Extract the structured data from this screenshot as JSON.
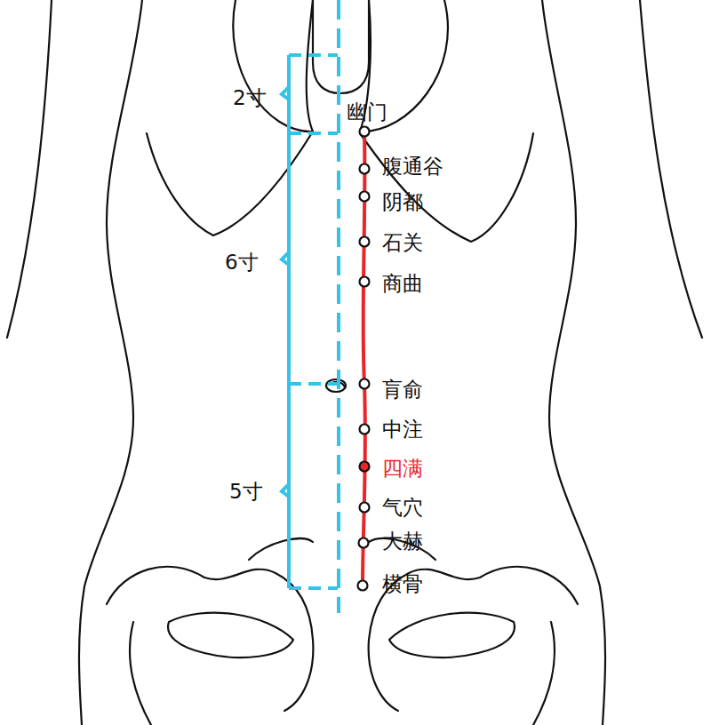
{
  "diagram": {
    "labels": [
      "2寸",
      "6寸",
      "5寸",
      "幽门",
      "腹通谷",
      "阴都",
      "石关",
      "商曲",
      "肓俞",
      "中注",
      "四满",
      "气穴",
      "大赫",
      "横骨"
    ]
  }
}
